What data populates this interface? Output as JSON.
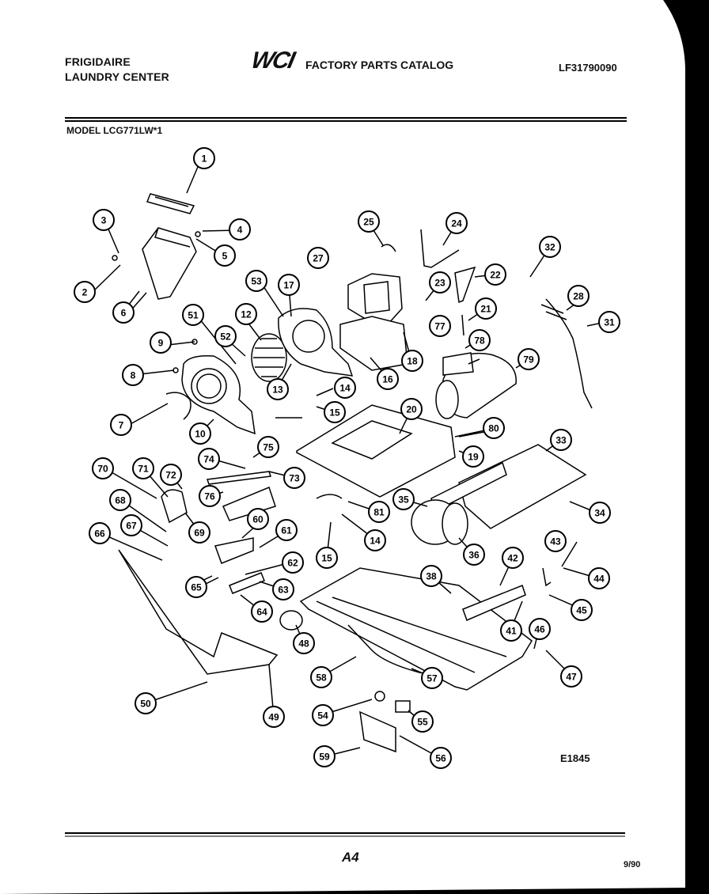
{
  "header": {
    "brand_line1": "FRIGIDAIRE",
    "brand_line2": "LAUNDRY CENTER",
    "logo": "WCI",
    "catalog_title": "FACTORY PARTS CATALOG",
    "part_number": "LF31790090"
  },
  "model": "MODEL LCG771LW*1",
  "figure_id": "E1845",
  "footer": {
    "page": "A4",
    "date": "9/90"
  },
  "colors": {
    "background": "#000000",
    "paper": "#ffffff",
    "ink": "#000000"
  },
  "callouts": [
    "1",
    "2",
    "3",
    "4",
    "5",
    "6",
    "7",
    "8",
    "9",
    "10",
    "12",
    "13",
    "14",
    "15",
    "16",
    "17",
    "18",
    "19",
    "20",
    "21",
    "22",
    "23",
    "24",
    "25",
    "27",
    "28",
    "31",
    "32",
    "33",
    "34",
    "35",
    "36",
    "38",
    "41",
    "42",
    "43",
    "44",
    "45",
    "46",
    "47",
    "48",
    "49",
    "50",
    "51",
    "52",
    "53",
    "54",
    "55",
    "56",
    "57",
    "58",
    "59",
    "60",
    "61",
    "62",
    "63",
    "64",
    "65",
    "66",
    "67",
    "68",
    "69",
    "70",
    "71",
    "72",
    "73",
    "74",
    "75",
    "76",
    "77",
    "78",
    "79",
    "80",
    "81",
    "14",
    "15",
    "16"
  ]
}
